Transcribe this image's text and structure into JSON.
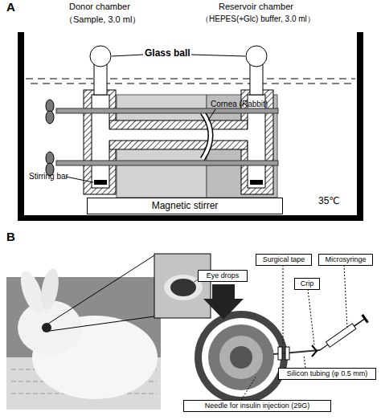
{
  "diagram": {
    "nodes": [
      {
        "text": [
          "Magnetic stirrer"
        ]
      },
      {
        "text": [
          "Eye drops"
        ]
      },
      {
        "text": [
          "Surgical tape"
        ]
      },
      {
        "text": [
          "Microsyringe"
        ]
      },
      {
        "text": [
          "Crip"
        ]
      },
      {
        "text": [
          "Silicon tubing (φ 0.5 mm)"
        ]
      },
      {
        "text": [
          "Needle for insulin injection (29G)"
        ]
      }
    ],
    "labels": [
      "A",
      "Donor chamber",
      "（Sample, 3.0 ml）",
      "Reservoir chamber",
      "（HEPES(+Glc) buffer, 3.0 ml）",
      "Glass ball",
      "Cornea (Rabbit)",
      "Stirring bar",
      "35℃",
      "B"
    ]
  }
}
